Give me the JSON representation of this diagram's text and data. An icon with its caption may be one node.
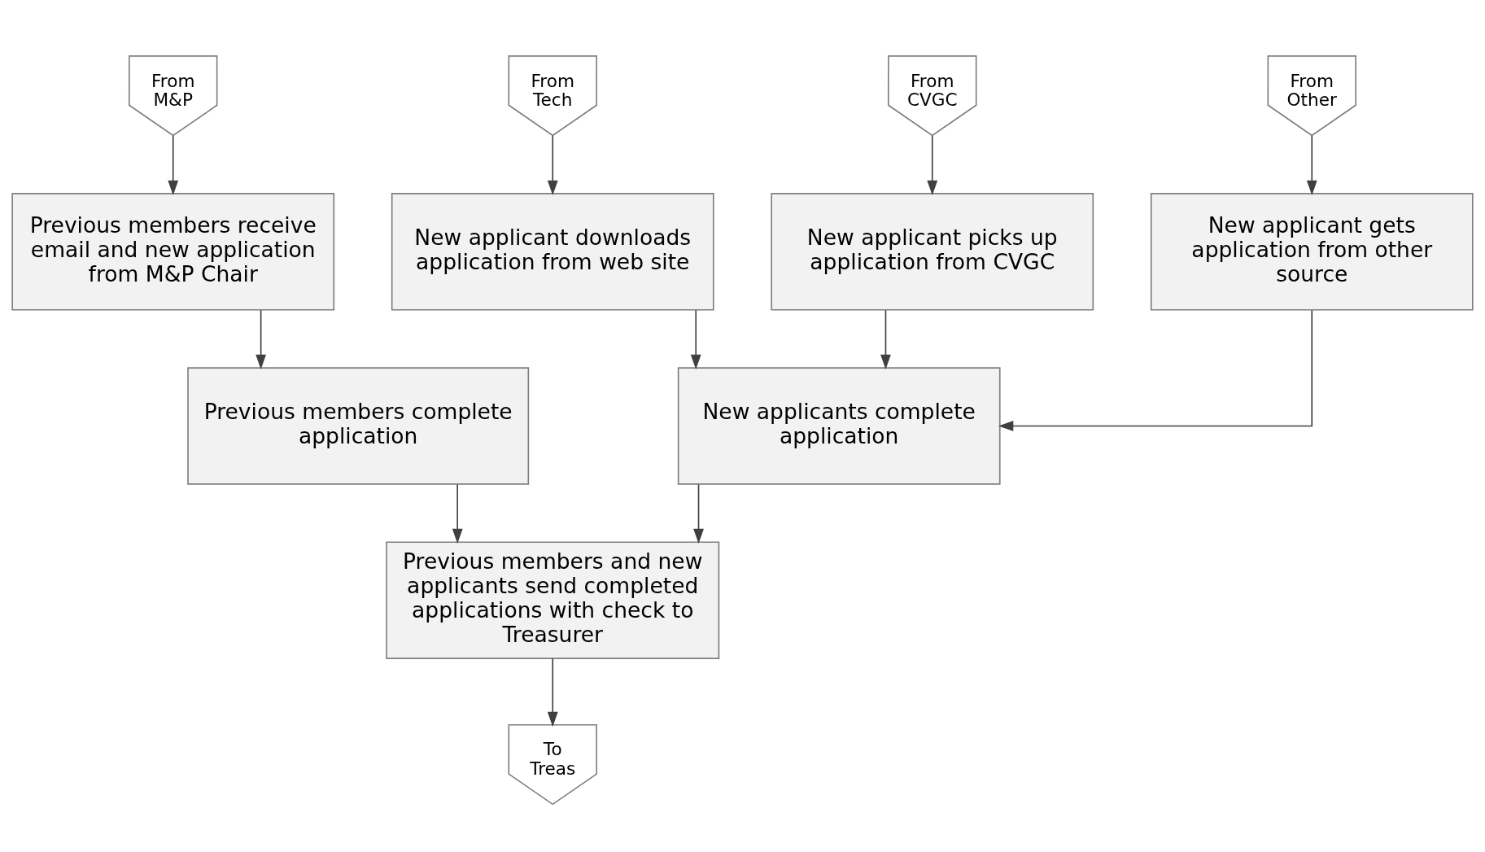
{
  "diagram": {
    "nodes": [
      {
        "text": [
          "From M&P"
        ]
      },
      {
        "text": [
          "From Tech"
        ]
      },
      {
        "text": [
          "From CVGC"
        ]
      },
      {
        "text": [
          "From Other"
        ]
      },
      {
        "text": [
          "Previous members receive email and new application from M&P Chair"
        ]
      },
      {
        "text": [
          "New applicant downloads application from web site"
        ]
      },
      {
        "text": [
          "New applicant picks up application from CVGC"
        ]
      },
      {
        "text": [
          "New applicant gets application from other source"
        ]
      },
      {
        "text": [
          "Previous members complete application"
        ]
      },
      {
        "text": [
          "New applicants complete application"
        ]
      },
      {
        "text": [
          "Previous members and new applicants send completed applications with check to Treasurer"
        ]
      },
      {
        "text": [
          "To Treas"
        ]
      }
    ],
    "edges": [
      {
        "from": 0,
        "to": 4,
        "arrow": "to"
      },
      {
        "from": 1,
        "to": 5,
        "arrow": "to"
      },
      {
        "from": 2,
        "to": 6,
        "arrow": "to"
      },
      {
        "from": 3,
        "to": 7,
        "arrow": "to"
      },
      {
        "from": 4,
        "to": 8,
        "arrow": "to"
      },
      {
        "from": 5,
        "to": 9,
        "arrow": "to"
      },
      {
        "from": 6,
        "to": 9,
        "arrow": "to"
      },
      {
        "from": 7,
        "to": 9,
        "arrow": "to"
      },
      {
        "from": 8,
        "to": 10,
        "arrow": "to"
      },
      {
        "from": 9,
        "to": 10,
        "arrow": "to"
      },
      {
        "from": 10,
        "to": 11,
        "arrow": "to"
      }
    ]
  }
}
